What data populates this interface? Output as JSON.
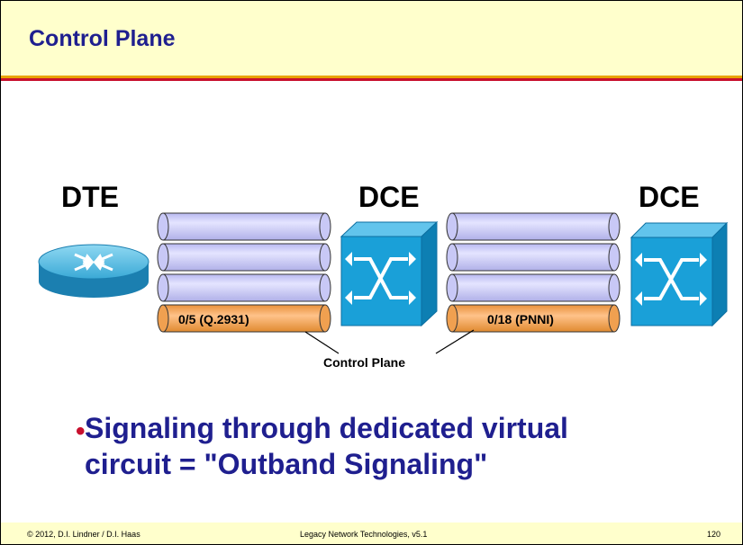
{
  "slide": {
    "title": "Control Plane",
    "bullet_line1": "Signaling through dedicated virtual",
    "bullet_line2": "circuit = \"Outband Signaling\""
  },
  "diagram": {
    "label_dte": "DTE",
    "label_dce_1": "DCE",
    "label_dce_2": "DCE",
    "vc_left": "0/5 (Q.2931)",
    "vc_right": "0/18 (PNNI)",
    "callout": "Control Plane",
    "icons": [
      "router-icon",
      "atm-switch-icon",
      "atm-switch-icon"
    ],
    "colors": {
      "tube": "#d6d6ff",
      "control_tube": "#f7a44a",
      "switch": "#1aa0d8"
    }
  },
  "footer": {
    "left": "© 2012, D.I. Lindner / D.I. Haas",
    "center": "Legacy Network Technologies, v5.1",
    "page": "120"
  }
}
